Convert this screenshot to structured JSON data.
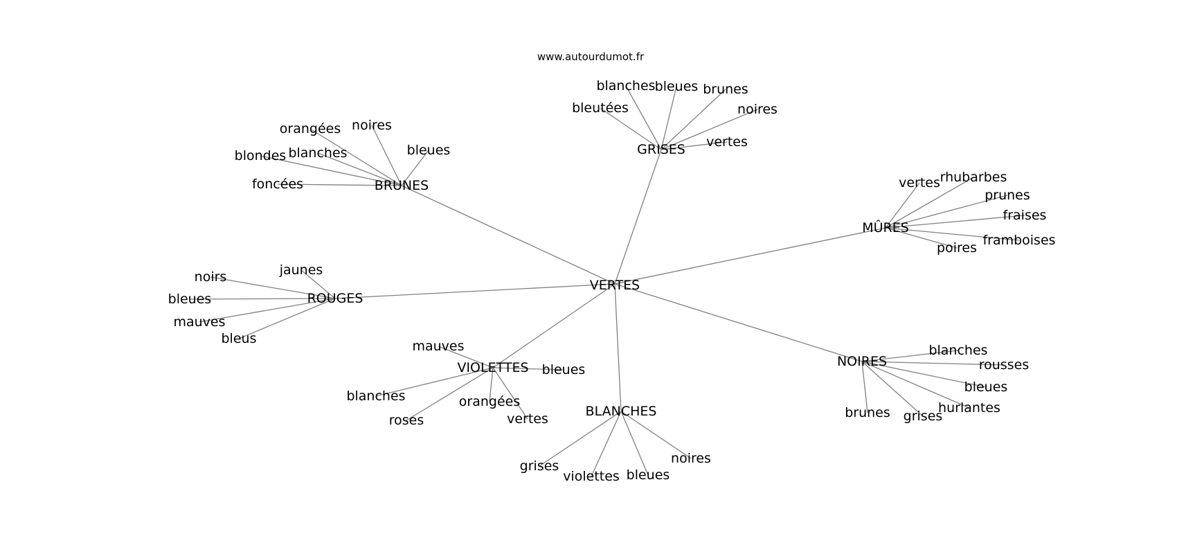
{
  "site": "www.autourdumot.fr",
  "center": "VERTES",
  "clusters": [
    {
      "label": "BRUNES",
      "words": [
        "orangées",
        "noires",
        "bleues",
        "blondes",
        "blanches",
        "foncées"
      ]
    },
    {
      "label": "GRISES",
      "words": [
        "blanches",
        "bleues",
        "brunes",
        "noires",
        "bleutées",
        "vertes"
      ]
    },
    {
      "label": "MÛRES",
      "words": [
        "vertes",
        "rhubarbes",
        "prunes",
        "fraises",
        "framboises",
        "poires"
      ]
    },
    {
      "label": "ROUGES",
      "words": [
        "jaunes",
        "noirs",
        "bleues",
        "mauves",
        "bleus"
      ]
    },
    {
      "label": "VIOLETTES",
      "words": [
        "mauves",
        "bleues",
        "blanches",
        "orangées",
        "roses",
        "vertes"
      ]
    },
    {
      "label": "BLANCHES",
      "words": [
        "grises",
        "violettes",
        "bleues",
        "noires"
      ]
    },
    {
      "label": "NOIRES",
      "words": [
        "blanches",
        "rousses",
        "bleues",
        "hurlantes",
        "brunes",
        "grises"
      ]
    }
  ]
}
